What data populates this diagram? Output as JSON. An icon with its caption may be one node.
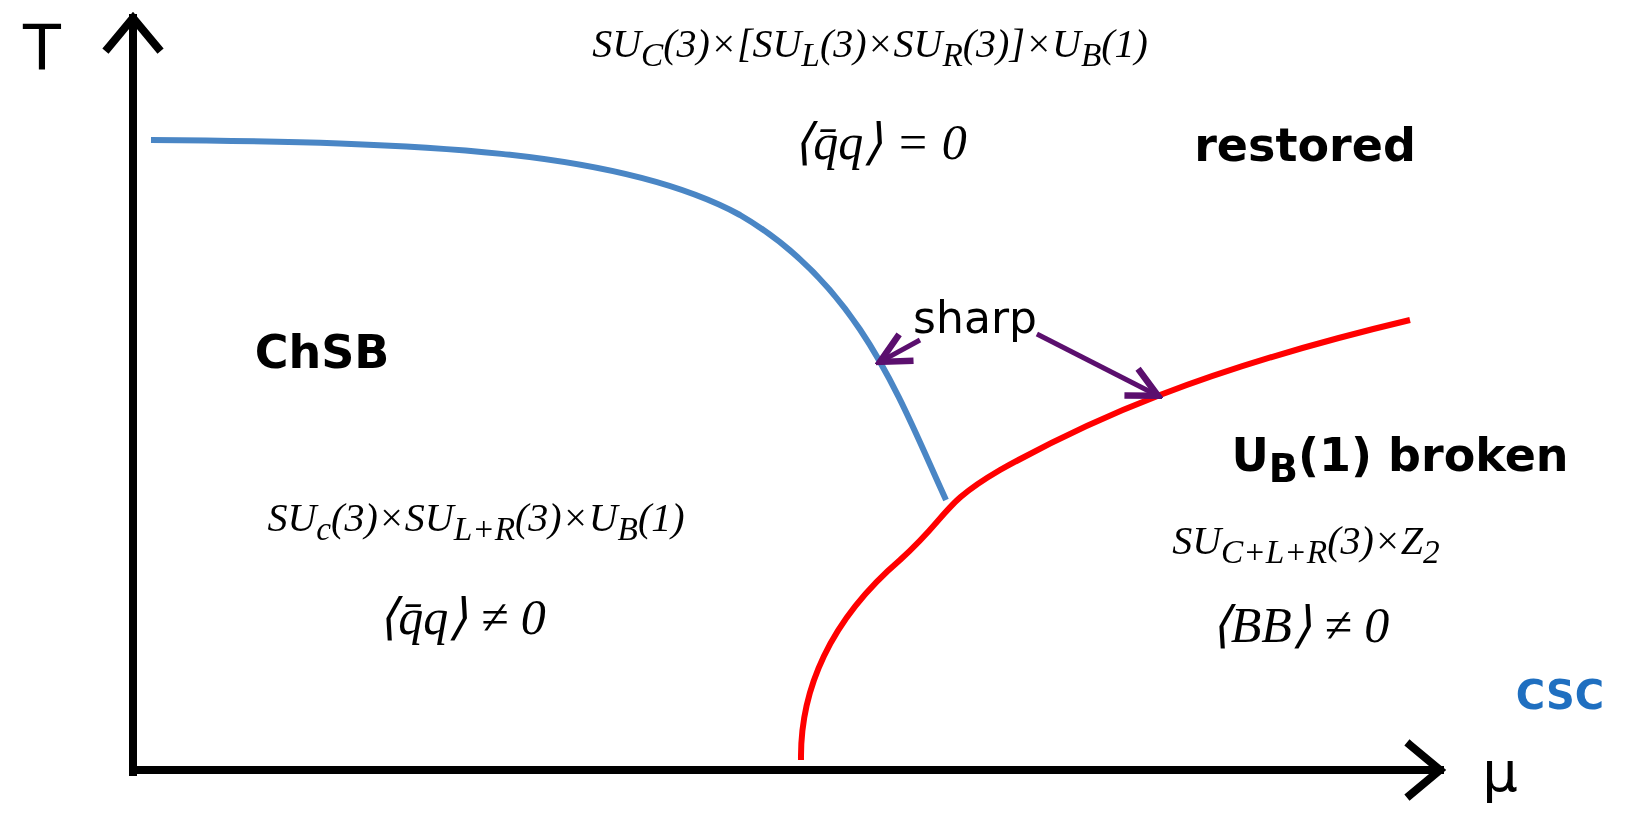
{
  "diagram": {
    "nodes": [
      {
        "text": [
          "sharp"
        ]
      },
      {
        "text": [],
        "shape": "curve"
      },
      {
        "text": [],
        "shape": "curve"
      }
    ],
    "edges": [
      {
        "from": 0,
        "to": 1,
        "arrow": "to"
      },
      {
        "from": 0,
        "to": 2,
        "arrow": "to"
      }
    ],
    "labels": [
      "T",
      "SU$_{C}$(3)×[SU$_{L}$(3)×SU$_{R}$(3)]×U$_{B}$(1)",
      "⟨q̄q⟩ = 0",
      "restored",
      "ChSB",
      "U$_{B}$(1) broken",
      "SU$_{c}$(3)×SU$_{L+R}$(3)×U$_{B}$(1)",
      "⟨q̄q⟩ ≠ 0",
      "SU$_{C+L+R}$(3)×Z$_{2}$",
      "⟨BB⟩ ≠ 0",
      "CSC",
      "μ"
    ]
  }
}
